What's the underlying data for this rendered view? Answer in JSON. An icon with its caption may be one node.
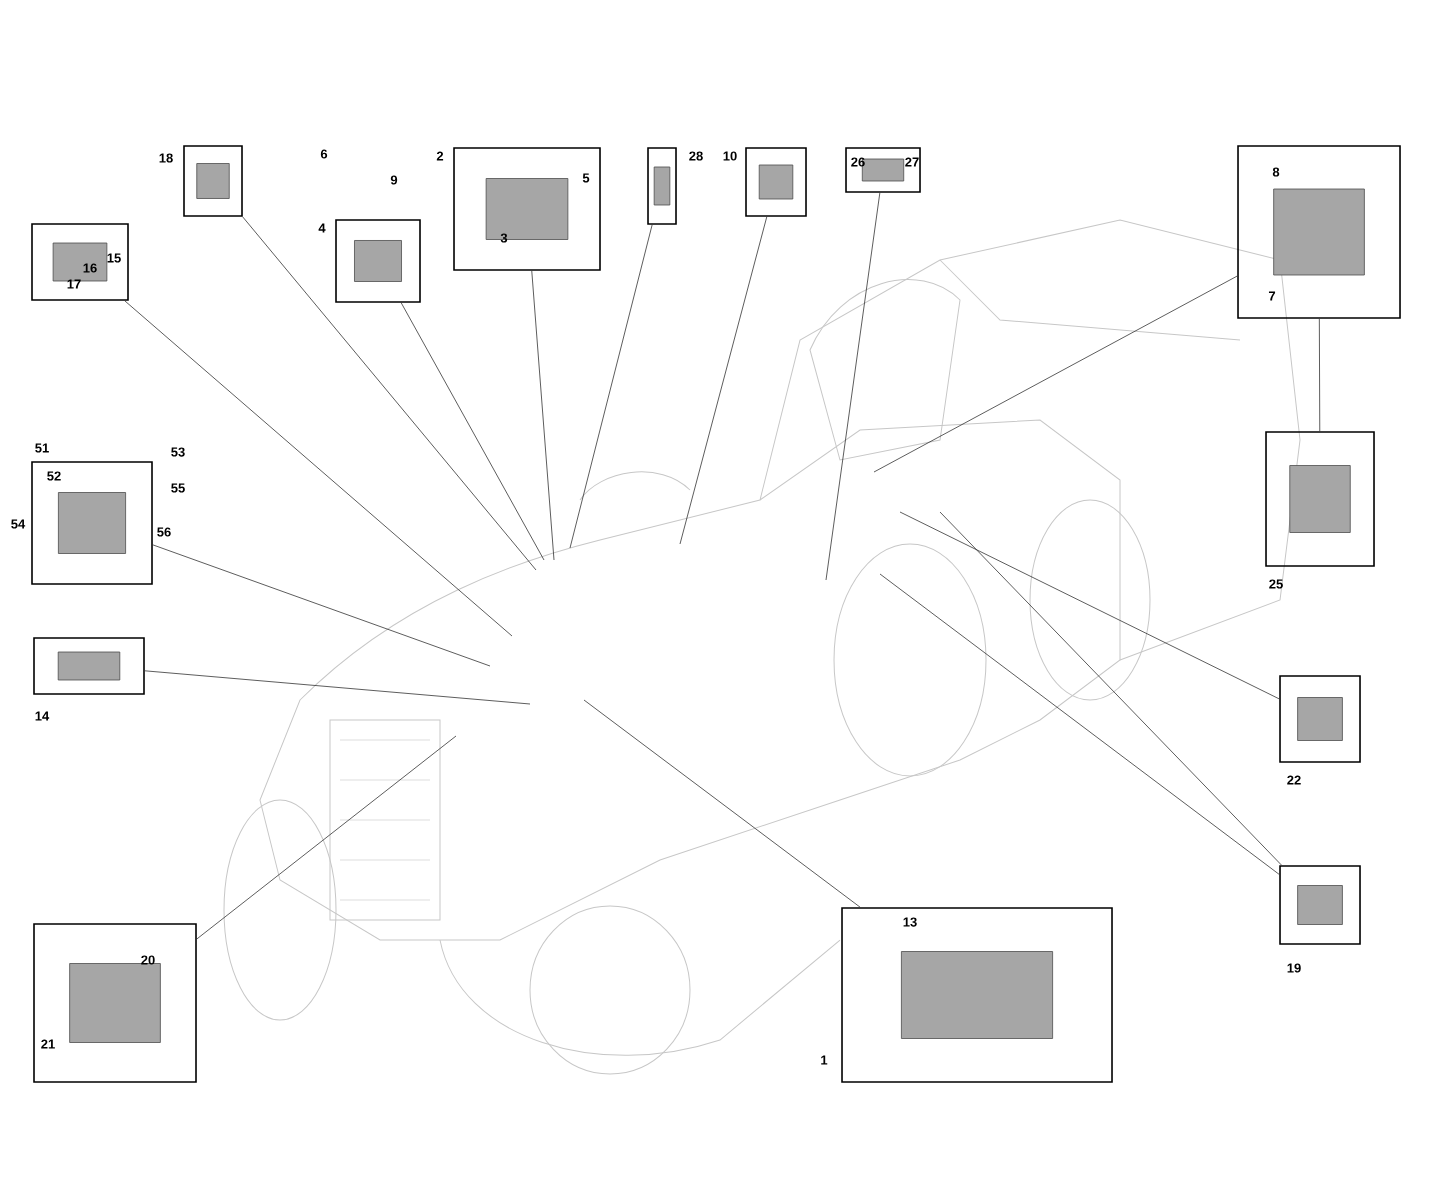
{
  "diagram": {
    "nodes": [
      {
        "text": [
          "18"
        ]
      },
      {
        "text": [
          "15",
          "16",
          "17"
        ]
      },
      {
        "text": [
          "6",
          "9",
          "4"
        ]
      },
      {
        "text": [
          "2",
          "5",
          "3"
        ]
      },
      {
        "text": [
          "28"
        ]
      },
      {
        "text": [
          "10"
        ]
      },
      {
        "text": [
          "26",
          "27"
        ]
      },
      {
        "text": [
          "8",
          "7"
        ]
      },
      {
        "text": [
          "51",
          "52",
          "53",
          "54",
          "55",
          "56"
        ]
      },
      {
        "text": [
          "14"
        ]
      },
      {
        "text": [
          "25"
        ]
      },
      {
        "text": [
          "22"
        ]
      },
      {
        "text": [
          "19"
        ]
      },
      {
        "text": [
          "20",
          "21"
        ]
      },
      {
        "text": [
          "13",
          "1"
        ]
      }
    ],
    "edges": [
      {
        "from": 0,
        "to": null,
        "arrow": "none"
      },
      {
        "from": 1,
        "to": null,
        "arrow": "none"
      },
      {
        "from": 2,
        "to": null,
        "arrow": "none"
      },
      {
        "from": 3,
        "to": null,
        "arrow": "none"
      },
      {
        "from": 4,
        "to": null,
        "arrow": "none"
      },
      {
        "from": 5,
        "to": null,
        "arrow": "none"
      },
      {
        "from": 6,
        "to": null,
        "arrow": "none"
      },
      {
        "from": 7,
        "to": null,
        "arrow": "none"
      },
      {
        "from": 7,
        "to": 10,
        "arrow": "none"
      },
      {
        "from": 8,
        "to": null,
        "arrow": "none"
      },
      {
        "from": 9,
        "to": null,
        "arrow": "none"
      },
      {
        "from": 11,
        "to": null,
        "arrow": "none"
      },
      {
        "from": 12,
        "to": null,
        "arrow": "none"
      },
      {
        "from": 12,
        "to": null,
        "arrow": "none"
      },
      {
        "from": 13,
        "to": null,
        "arrow": "none"
      },
      {
        "from": 14,
        "to": null,
        "arrow": "none"
      }
    ]
  }
}
